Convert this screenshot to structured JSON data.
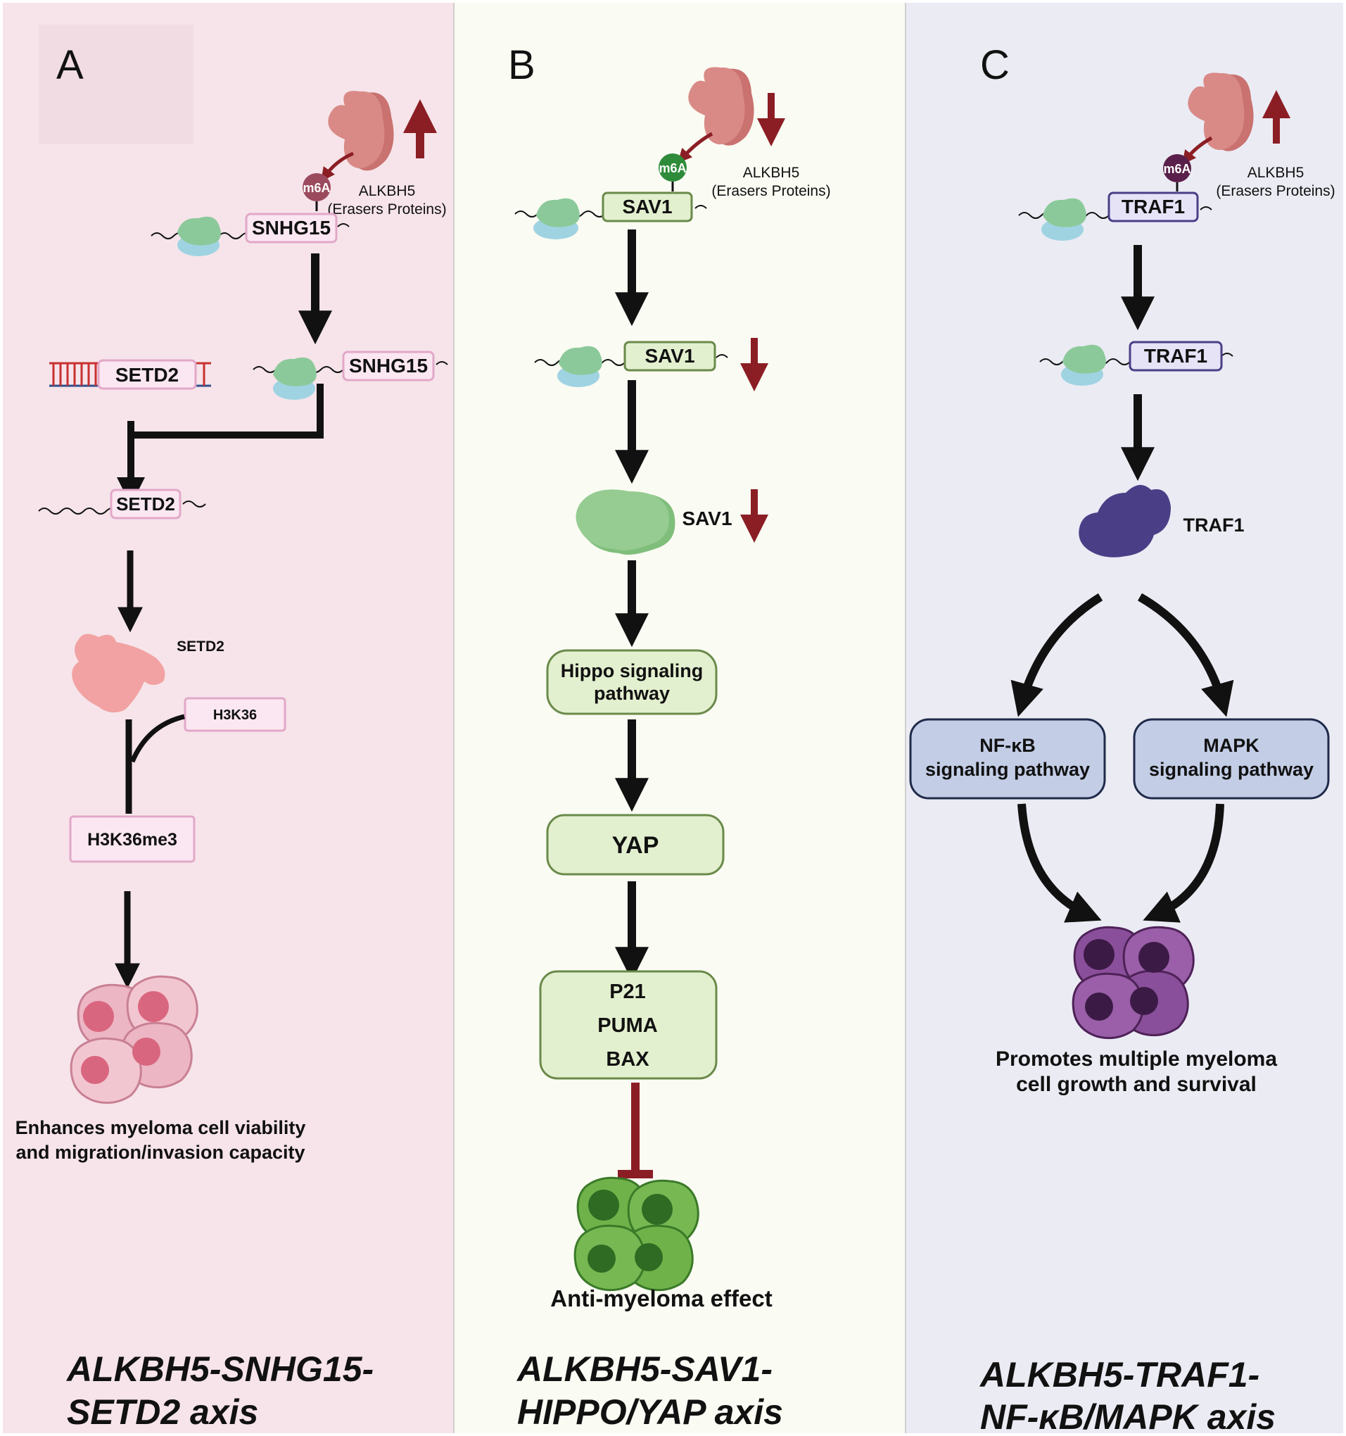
{
  "panels": {
    "a": {
      "letter": "A",
      "snhg15": "SNHG15",
      "m6a": "m6A",
      "alkbh5": "ALKBH5",
      "erasers": "(Erasers Proteins)",
      "setd2": "SETD2",
      "h3k36": "H3K36",
      "h3k36me3": "H3K36me3",
      "caption_line1": "Enhances myeloma cell viability",
      "caption_line2": "and migration/invasion capacity",
      "axis_line1": "ALKBH5-SNHG15-",
      "axis_line2": "SETD2 axis",
      "regulation": "up"
    },
    "b": {
      "letter": "B",
      "sav1": "SAV1",
      "m6a": "m6A",
      "alkbh5": "ALKBH5",
      "erasers": "(Erasers Proteins)",
      "hippo_line1": "Hippo signaling",
      "hippo_line2": "pathway",
      "yap": "YAP",
      "p21": "P21",
      "puma": "PUMA",
      "bax": "BAX",
      "caption": "Anti-myeloma effect",
      "axis_line1": "ALKBH5-SAV1-",
      "axis_line2": "HIPPO/YAP axis",
      "regulation": "down"
    },
    "c": {
      "letter": "C",
      "traf1": "TRAF1",
      "m6a": "m6A",
      "alkbh5": "ALKBH5",
      "erasers": "(Erasers Proteins)",
      "nfkb_line1": "NF-κB",
      "nfkb_line2": "signaling pathway",
      "mapk_line1": "MAPK",
      "mapk_line2": "signaling pathway",
      "caption_line1": "Promotes multiple myeloma",
      "caption_line2": "cell growth and survival",
      "axis_line1": "ALKBH5-TRAF1-",
      "axis_line2": "NF-κB/MAPK axis",
      "regulation": "up"
    }
  },
  "colors": {
    "panel_a_bg": "#f6e4ea",
    "panel_b_bg": "#fafbf3",
    "panel_c_bg": "#ebebf4",
    "alkbh5": "#d98a87",
    "regulation_arrow": "#8b1e24",
    "rna_label_pink": "#fbe7f1",
    "rna_label_green": "#e3f0cf",
    "rna_label_purple": "#e6e3f7",
    "traf1_protein": "#4a3f86",
    "sav1_protein": "#96cc92",
    "setd2_protein": "#f2a2a2",
    "pathway_blue": "#c3cde6",
    "inhibition": "#8b1e24",
    "cells_pink": "#e9a3b4",
    "cells_green": "#5ea23f",
    "cells_purple": "#7a3c8a"
  }
}
